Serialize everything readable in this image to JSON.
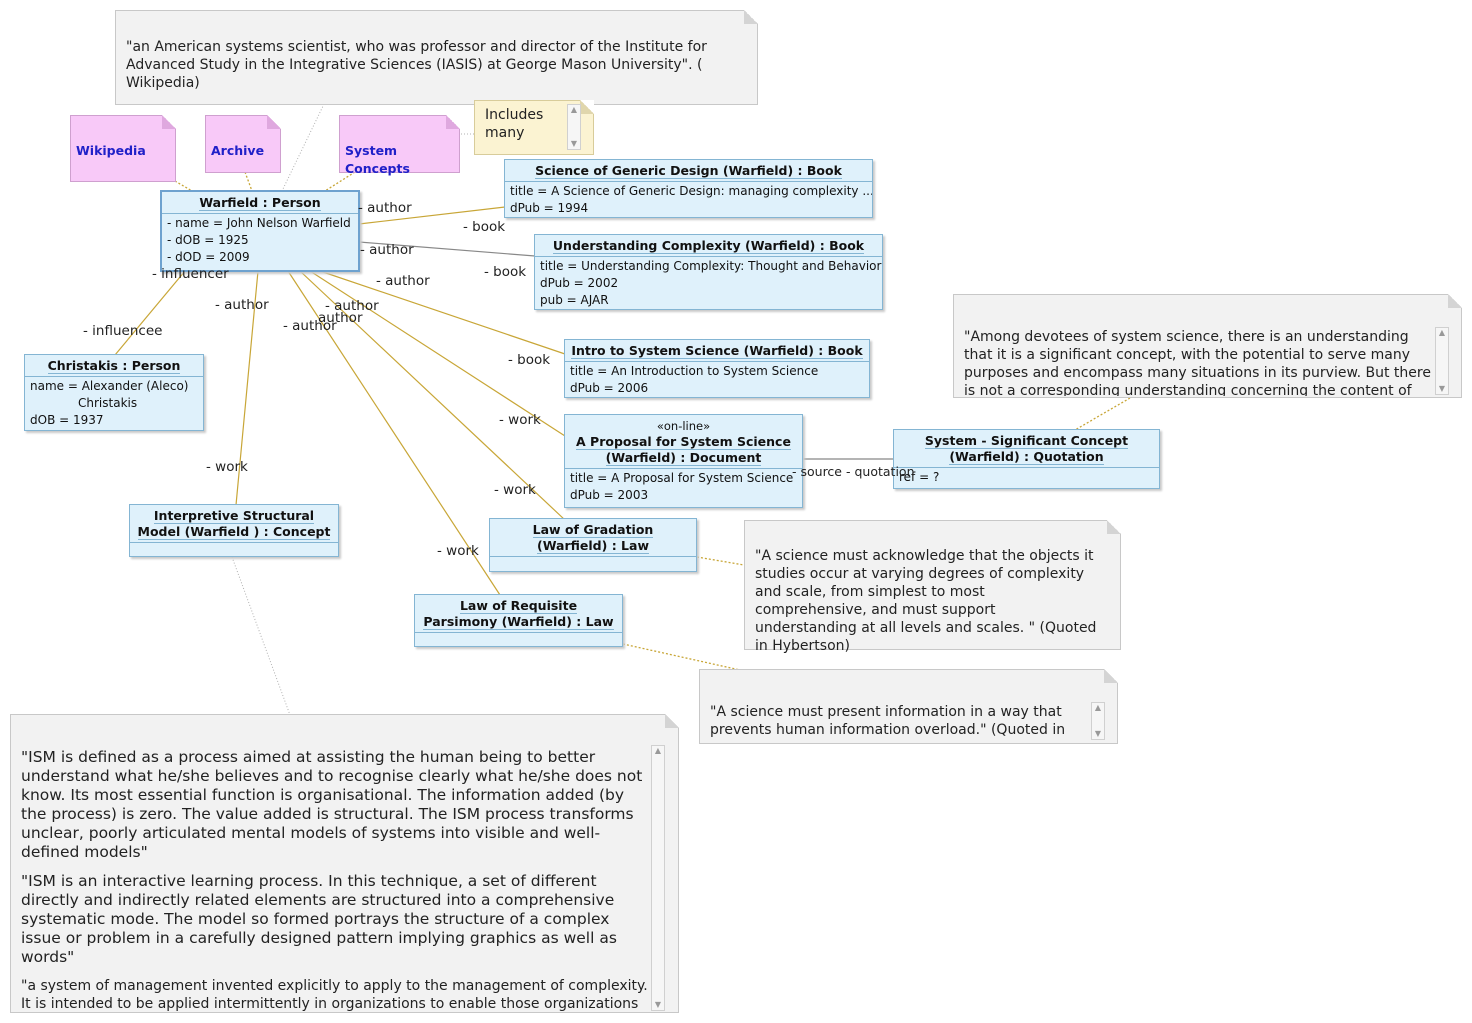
{
  "colors": {
    "object_fill": "#dff1fb",
    "object_border": "#84b5d3",
    "note_fill": "#f2f2f2",
    "link_gold": "#c8a637",
    "link_gray": "#888888",
    "purple_note": "#f8c9f8",
    "yellow_note": "#fbf3d2",
    "label_blue": "#2020c8"
  },
  "notes": {
    "top_quote": "\"an American systems scientist, who was professor and director of the Institute for Advanced Study in the Integrative Sciences (IASIS) at George Mason University\". ( Wikipedia)",
    "wikipedia": "Wikipedia",
    "archive": "Archive",
    "system_concepts": "System Concepts",
    "includes": "Includes many papers",
    "significant_quote": "\"Among devotees of system science, there is an understanding that it is a significant concept, with the potential to serve many purposes and encompass many situations in its purview. But there is not a corresponding understanding concerning the content of system science.",
    "gradation_quote": "\"A science must acknowledge that the objects it studies occur at varying degrees of complexity and scale, from simplest to most comprehensive, and must support understanding at all levels and scales. \" (Quoted in Hybertson)",
    "parsimony_quote": "\"A science must present information in a way that prevents human information overload.\" (Quoted in",
    "ism_p1": "\"ISM is defined as a process aimed at assisting the human being to better understand what he/she believes and to recognise clearly what he/she does not know. Its most essential function is organisational. The information added (by the process) is zero. The value added is structural. The ISM process transforms unclear, poorly articulated mental models of systems into visible and well-defined models\"",
    "ism_p2": "\"ISM is an interactive learning process. In this technique, a set of different directly and indirectly related elements are structured into a comprehensive systematic mode. The model so formed portrays the structure of a complex issue or problem in a carefully designed pattern implying graphics as well as words\"",
    "ism_p3": "\"a system of management invented explicitly to apply to the management of complexity. It is intended to be applied intermittently in organizations to enable those organizations to cope with issues or situations whose scope is beyond that of the normal type of problem that can be dealt with"
  },
  "objects": {
    "warfield": {
      "title": "Warfield : Person",
      "attrs": [
        "- name = John Nelson Warfield",
        "- dOB = 1925",
        "- dOD = 2009"
      ]
    },
    "christakis": {
      "title": "Christakis : Person",
      "attrs": [
        "name = Alexander (Aleco)",
        "Christakis",
        "dOB = 1937"
      ]
    },
    "sgd": {
      "title": "Science of Generic Design (Warfield) : Book",
      "attrs": [
        "title = A Science of Generic Design: managing complexity ...",
        "dPub = 1994"
      ]
    },
    "uc": {
      "title": "Understanding Complexity  (Warfield) : Book",
      "attrs": [
        "title = Understanding Complexity: Thought and Behavior",
        "dPub = 2002",
        "pub = AJAR"
      ]
    },
    "iss": {
      "title": "Intro to System Science (Warfield) : Book",
      "attrs": [
        "title = An Introduction to System Science",
        "dPub = 2006"
      ]
    },
    "proposal": {
      "stereotype": "«on-line»",
      "title1": "A Proposal for System Science",
      "title2": "(Warfield) : Document",
      "attrs": [
        "title = A Proposal for System Science",
        "dPub = 2003"
      ]
    },
    "quotation": {
      "title1": "System - Significant Concept",
      "title2": "(Warfield) : Quotation",
      "attrs": [
        "ref = ?"
      ]
    },
    "gradation": {
      "title1": "Law of Gradation",
      "title2": "(Warfield) : Law"
    },
    "parsimony": {
      "title1": "Law of Requisite",
      "title2": "Parsimony (Warfield) : Law"
    },
    "ism": {
      "title1": "Interpretive Structural",
      "title2": "Model (Warfield ) : Concept"
    }
  },
  "labels": {
    "author": "- author",
    "book": "- book",
    "work": "- work",
    "influencer": "- influencer",
    "influencee": "- influencee",
    "author_plain": "author",
    "source": "- source",
    "quotation": "- quotation"
  }
}
